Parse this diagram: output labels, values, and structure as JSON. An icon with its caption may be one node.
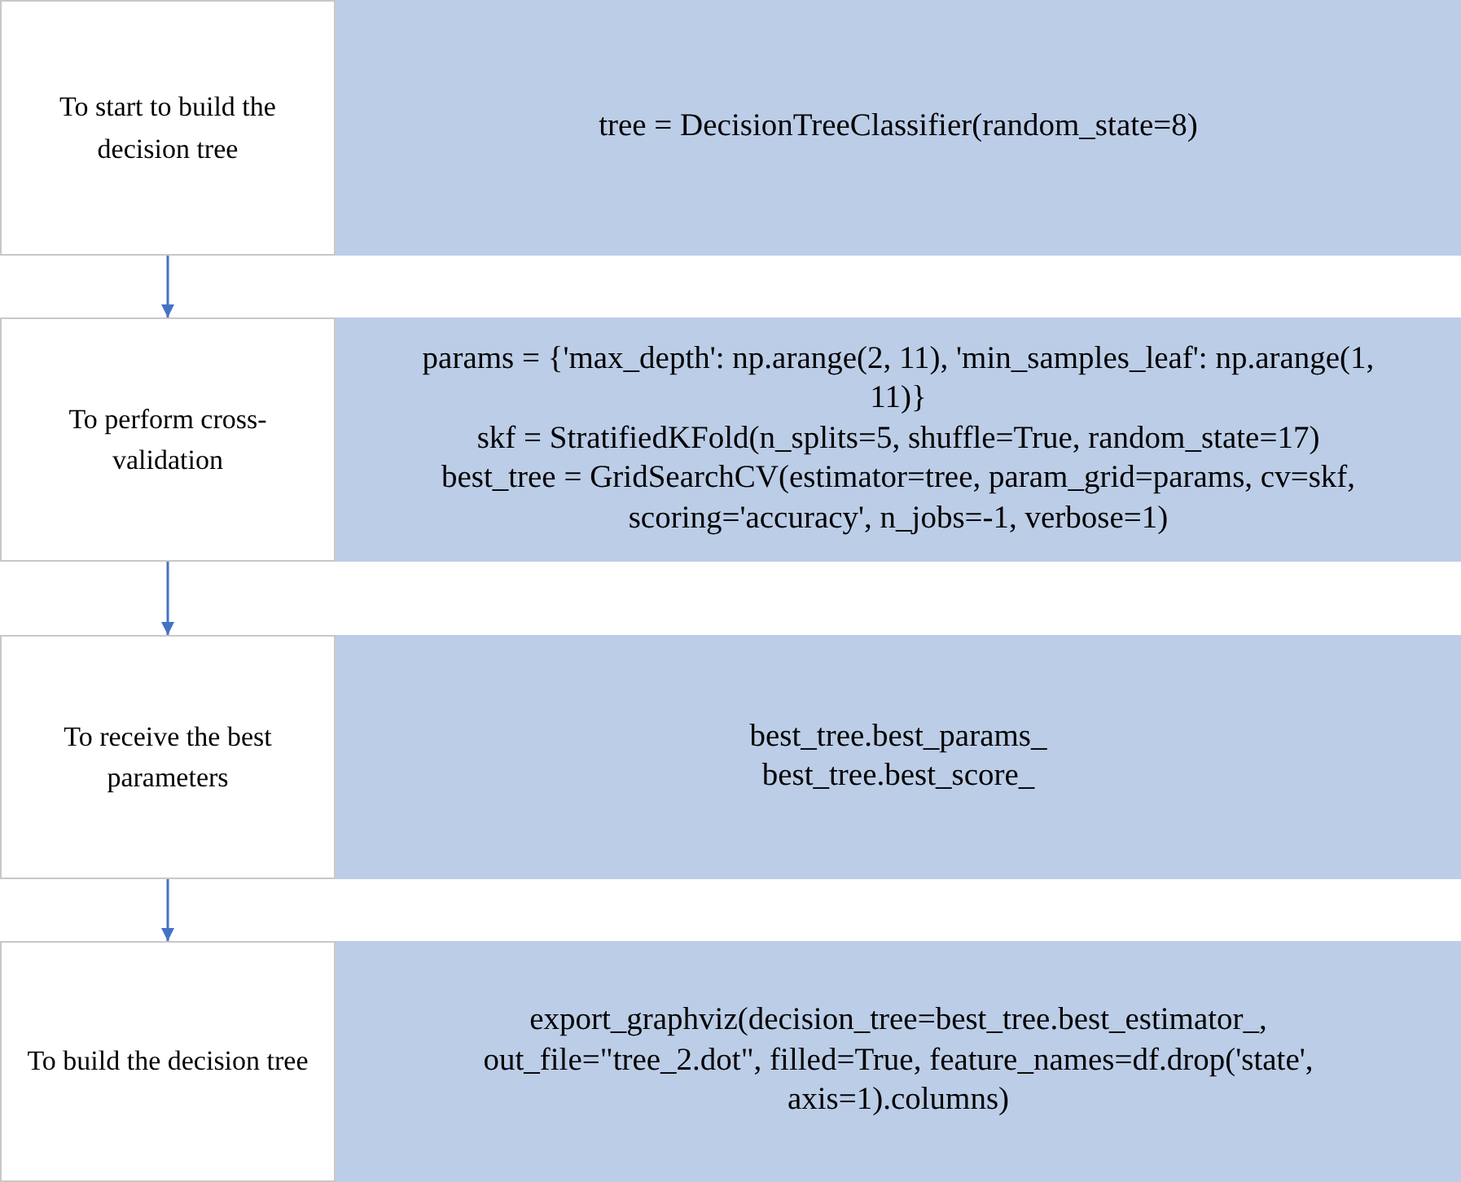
{
  "diagram": {
    "nodes": [
      {
        "text": [
          "To start to build the decision tree"
        ]
      },
      {
        "text": [
          "tree = DecisionTreeClassifier(random_state=8)"
        ]
      },
      {
        "text": [
          "To perform cross-validation"
        ]
      },
      {
        "text": [
          "params = {'max_depth': np.arange(2, 11), 'min_samples_leaf': np.arange(1, 11)}",
          "skf = StratifiedKFold(n_splits=5, shuffle=True, random_state=17)",
          "best_tree = GridSearchCV(estimator=tree, param_grid=params, cv=skf, scoring='accuracy', n_jobs=-1, verbose=1)"
        ]
      },
      {
        "text": [
          "To receive the best parameters"
        ]
      },
      {
        "text": [
          "best_tree.best_params_",
          "best_tree.best_score_"
        ]
      },
      {
        "text": [
          "To build the decision tree"
        ]
      },
      {
        "text": [
          "export_graphviz(decision_tree=best_tree.best_estimator_, out_file=\"tree_2.dot\", filled=True, feature_names=df.drop('state', axis=1).columns)"
        ]
      }
    ],
    "edges": [
      {
        "from": 0,
        "to": 2,
        "arrow": "to"
      },
      {
        "from": 2,
        "to": 4,
        "arrow": "to"
      },
      {
        "from": 4,
        "to": 6,
        "arrow": "to"
      }
    ]
  }
}
